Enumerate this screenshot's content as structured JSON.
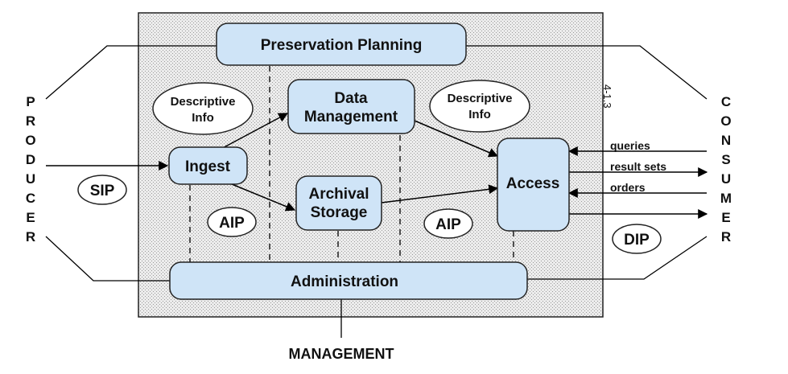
{
  "functions": {
    "preservation_planning": "Preservation Planning",
    "data_management": [
      "Data",
      "Management"
    ],
    "ingest": "Ingest",
    "archival_storage": [
      "Archival",
      "Storage"
    ],
    "access": "Access",
    "administration": "Administration"
  },
  "info_packages": {
    "descriptive_info_left": [
      "Descriptive",
      "Info"
    ],
    "descriptive_info_right": [
      "Descriptive",
      "Info"
    ],
    "sip": "SIP",
    "aip_left": "AIP",
    "aip_right": "AIP",
    "dip": "DIP"
  },
  "external": {
    "producer": [
      "P",
      "R",
      "O",
      "D",
      "U",
      "C",
      "E",
      "R"
    ],
    "consumer": [
      "C",
      "O",
      "N",
      "S",
      "U",
      "M",
      "E",
      "R"
    ],
    "management": "MANAGEMENT"
  },
  "flows": {
    "queries": "queries",
    "result_sets": "result sets",
    "orders": "orders"
  },
  "margin_note": "4-1.3",
  "colors": {
    "box_fill": "#cfe4f7",
    "box_stroke": "#222222",
    "background_fill": "#e4e4e4"
  }
}
